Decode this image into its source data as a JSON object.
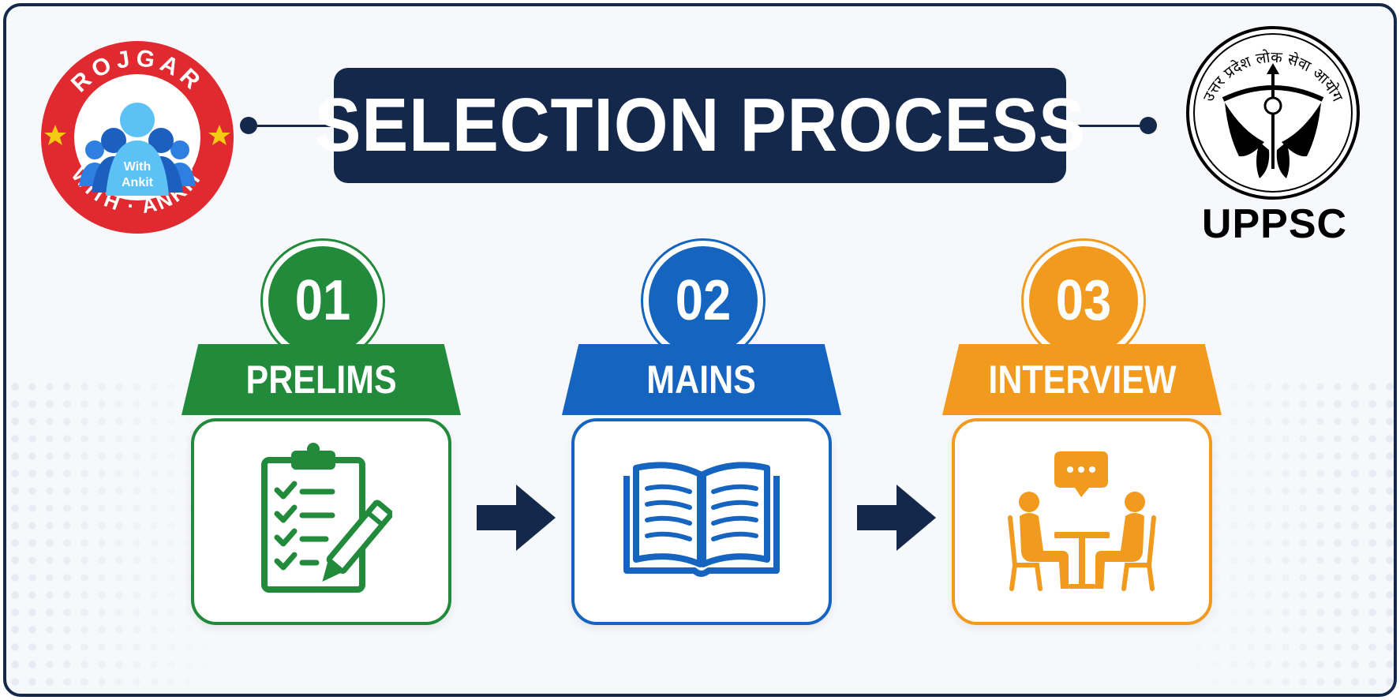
{
  "title": "SELECTION PROCESS",
  "logo_left": {
    "top_text": "ROJGAR",
    "bottom_text": "WITH · ANKIT",
    "center_line1": "With",
    "center_line2": "Ankit"
  },
  "logo_right": {
    "caption": "UPPSC",
    "seal_text": "उत्तर प्रदेश लोक सेवा आयोग"
  },
  "steps": [
    {
      "number": "01",
      "label": "PRELIMS",
      "icon": "clipboard-checklist-icon",
      "color": "#218a3b"
    },
    {
      "number": "02",
      "label": "MAINS",
      "icon": "open-book-icon",
      "color": "#1565c0"
    },
    {
      "number": "03",
      "label": "INTERVIEW",
      "icon": "interview-table-icon",
      "color": "#f29a1d"
    }
  ],
  "colors": {
    "navy": "#14284b",
    "logo_red": "#e12a2f",
    "logo_blue": "#2f7fe0",
    "star_yellow": "#f7c814"
  }
}
